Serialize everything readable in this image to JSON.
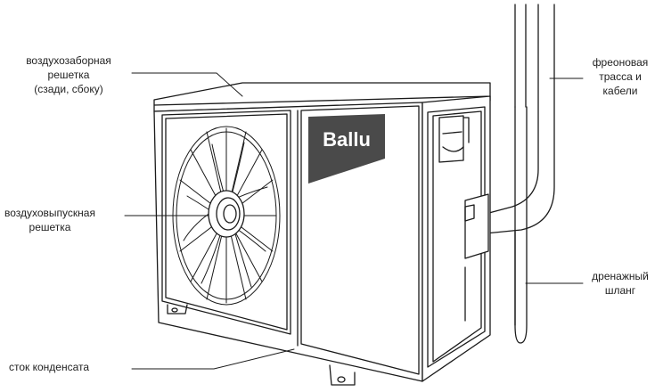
{
  "brand": {
    "logo_text": "Ballu",
    "logo_color": "#4a4a4a"
  },
  "labels": {
    "air_intake": {
      "line1": "воздухозаборная",
      "line2": "решетка",
      "line3": "(сзади, сбоку)"
    },
    "air_outlet": {
      "line1": "воздуховыпускная",
      "line2": "решетка"
    },
    "condensate_drain": {
      "text": "сток конденсата"
    },
    "freon_line": {
      "line1": "фреоновая",
      "line2": "трасса и",
      "line3": "кабели"
    },
    "drain_hose": {
      "line1": "дренажный",
      "line2": "шланг"
    }
  },
  "colors": {
    "stroke": "#1a1a1a",
    "fill": "#ffffff",
    "badge": "#4a4a4a"
  }
}
